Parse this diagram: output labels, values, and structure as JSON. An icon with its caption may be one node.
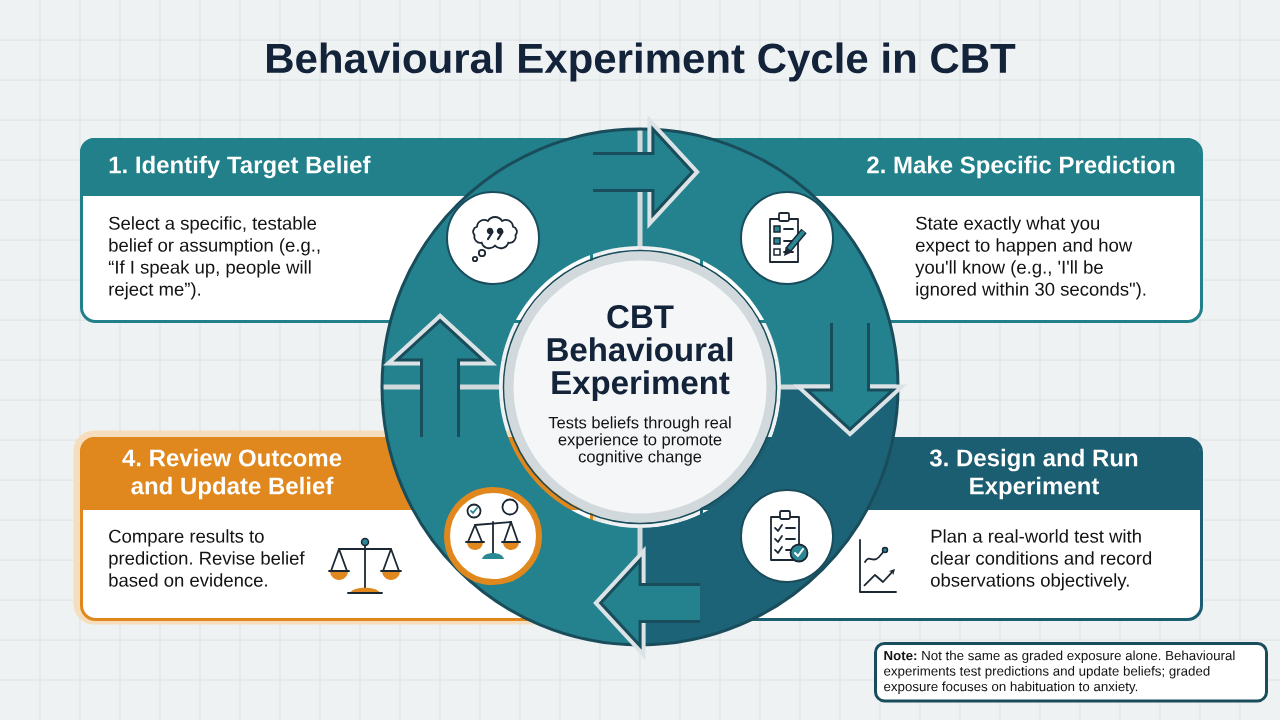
{
  "diagram": {
    "title": "Behavioural Experiment Cycle in CBT",
    "nodes": [
      {
        "text": [
          "1. Identify Target Belief",
          "Select a specific, testable belief or assumption (e.g., “If I speak up, people will reject me”)."
        ]
      },
      {
        "text": [
          "2. Make Specific Prediction",
          "State exactly what you expect to happen and how you'll know (e.g., 'I'll be ignored within 30 seconds\")."
        ]
      },
      {
        "text": [
          "3. Design and Run Experiment",
          "Plan a real-world test with clear conditions and record observations objectively."
        ]
      },
      {
        "text": [
          "4. Review Outcome and Update Belief",
          "Compare results to prediction. Revise belief based on evidence."
        ]
      },
      {
        "text": [
          "CBT Behavioural Experiment",
          "Tests beliefs through real experience to promote cognitive change"
        ]
      },
      {
        "text": [
          "**Note:** Not the same as graded exposure alone. Behavioural experiments test predictions and update beliefs; graded exposure focuses on habituation to anxiety."
        ]
      }
    ],
    "edges": [
      {
        "from": 0,
        "to": 1,
        "arrow": "to"
      },
      {
        "from": 1,
        "to": 2,
        "arrow": "to"
      },
      {
        "from": 2,
        "to": 3,
        "arrow": "to"
      },
      {
        "from": 3,
        "to": 0,
        "arrow": "to"
      }
    ]
  }
}
